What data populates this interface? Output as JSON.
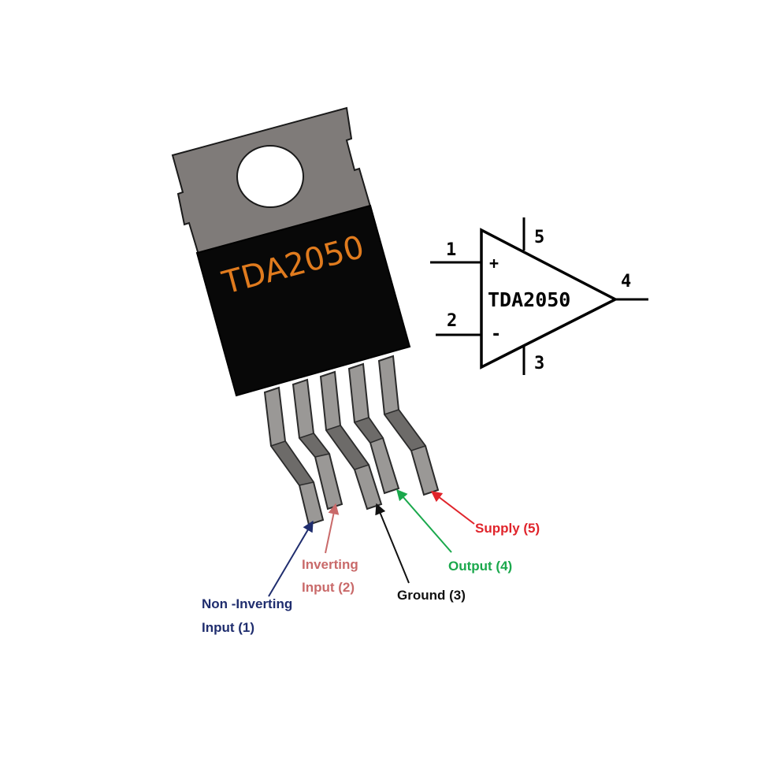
{
  "package": {
    "part_number": "TDA2050",
    "colors": {
      "tab": "#7f7b79",
      "body": "#080808",
      "lead_face": "#9a9896",
      "lead_edge": "#2b2b2b",
      "marking": "#e07b1e"
    }
  },
  "symbol": {
    "part_number": "TDA2050",
    "pins": {
      "non_inverting": "1",
      "inverting": "2",
      "ground": "3",
      "output": "4",
      "supply": "5"
    },
    "plus_sign": "+",
    "minus_sign": "-"
  },
  "pin_labels": [
    {
      "id": "non-inverting",
      "lines": [
        "Non -Inverting",
        "Input (1)"
      ],
      "color": "#1f2d6e"
    },
    {
      "id": "inverting",
      "lines": [
        "Inverting",
        "Input (2)"
      ],
      "color": "#c96a6a"
    },
    {
      "id": "ground",
      "lines": [
        "Ground (3)"
      ],
      "color": "#111111"
    },
    {
      "id": "output",
      "lines": [
        "Output (4)"
      ],
      "color": "#1aa84c"
    },
    {
      "id": "supply",
      "lines": [
        "Supply (5)"
      ],
      "color": "#e0242b"
    }
  ]
}
